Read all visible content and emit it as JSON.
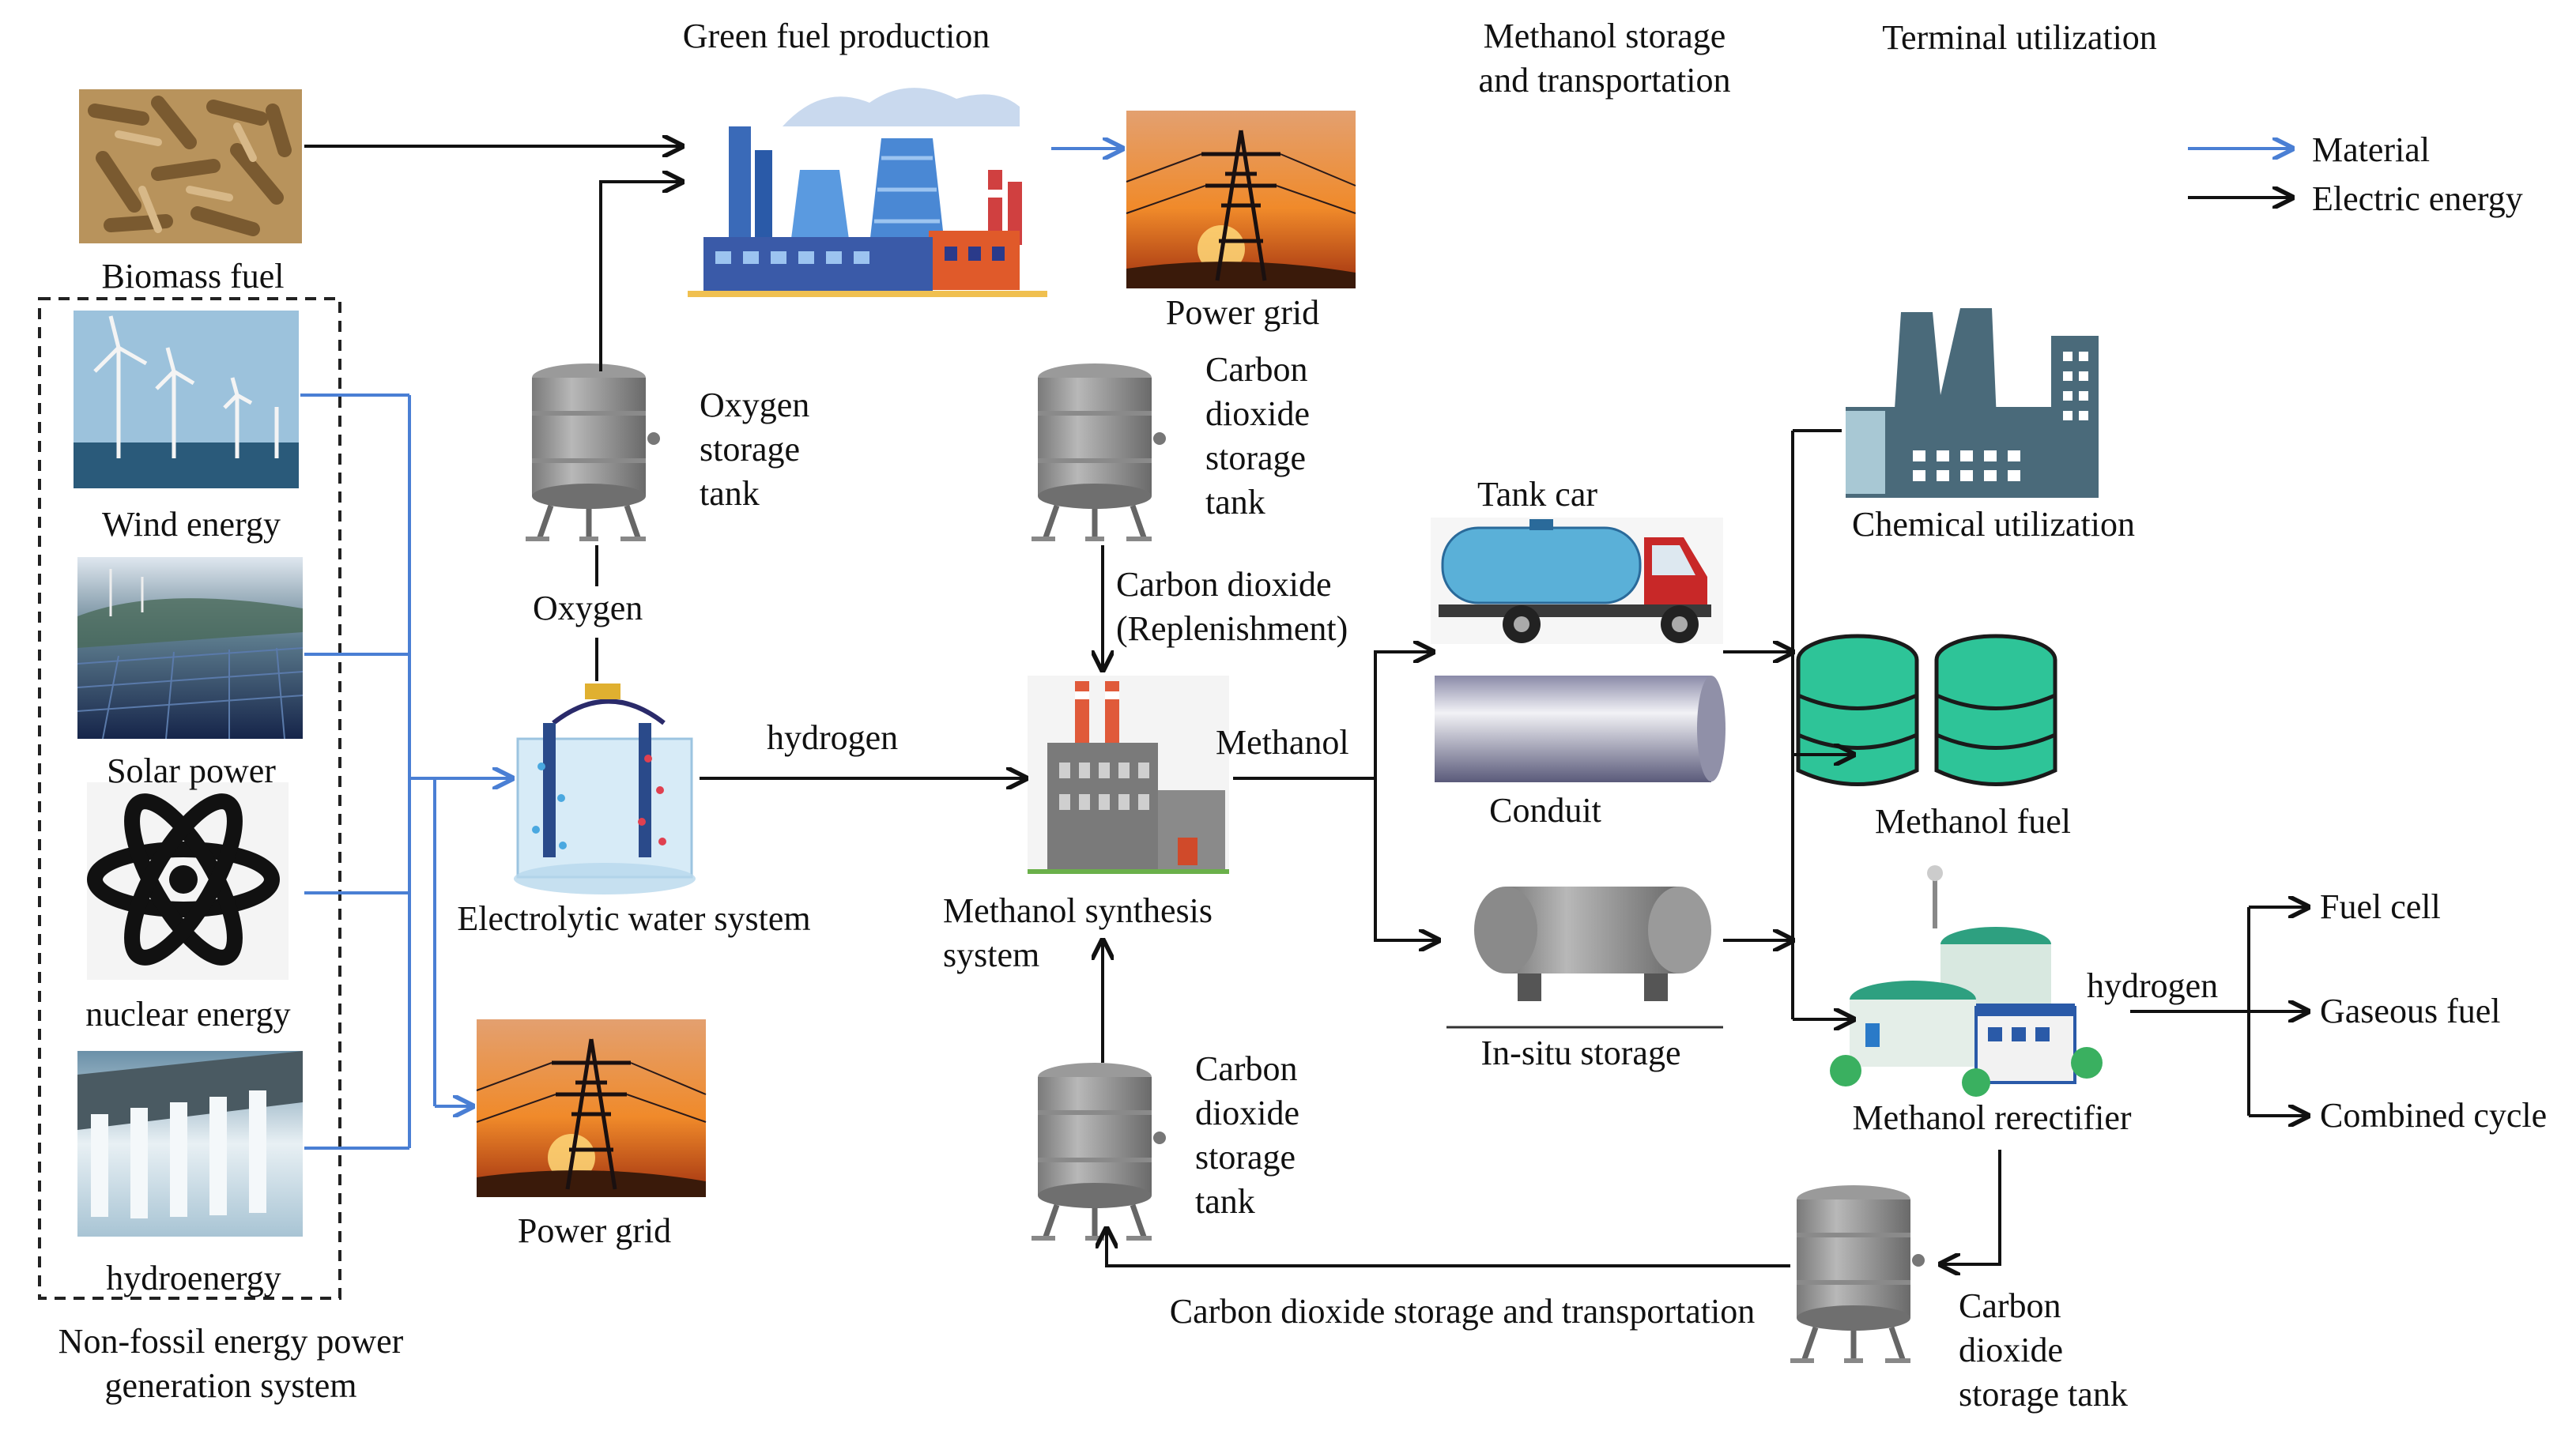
{
  "headers": {
    "green_fuel": "Green fuel production",
    "methanol_storage": "Methanol storage\nand transportation",
    "terminal": "Terminal utilization"
  },
  "legend": {
    "material": "Material",
    "electric": "Electric energy",
    "material_color": "#4a7fd4",
    "electric_color": "#111111"
  },
  "sources": {
    "biomass": "Biomass fuel",
    "wind": "Wind energy",
    "solar": "Solar power",
    "nuclear": "nuclear energy",
    "hydro": "hydroenergy",
    "group": "Non-fossil energy power\ngeneration system"
  },
  "nodes": {
    "power_grid_top": "Power grid",
    "power_grid_bottom": "Power grid",
    "oxygen_tank": "Oxygen\nstorage\ntank",
    "co2_tank_top": "Carbon\ndioxide\nstorage\ntank",
    "co2_tank_mid": "Carbon\ndioxide\nstorage\ntank",
    "co2_tank_bottom": "Carbon\ndioxide\nstorage tank",
    "electrolytic": "Electrolytic water system",
    "synthesis": "Methanol synthesis\nsystem",
    "tank_car": "Tank car",
    "conduit": "Conduit",
    "in_situ": "In-situ storage",
    "chemical": "Chemical utilization",
    "methanol_fuel": "Methanol fuel",
    "rerectifier": "Methanol rerectifier"
  },
  "flows": {
    "oxygen": "Oxygen",
    "hydrogen": "hydrogen",
    "co2_replenish": "Carbon dioxide\n(Replenishment)",
    "methanol": "Methanol",
    "hydrogen_out": "hydrogen",
    "co2_transport": "Carbon dioxide storage and transportation"
  },
  "outputs": {
    "fuel_cell": "Fuel cell",
    "gaseous_fuel": "Gaseous fuel",
    "combined_cycle": "Combined cycle"
  }
}
